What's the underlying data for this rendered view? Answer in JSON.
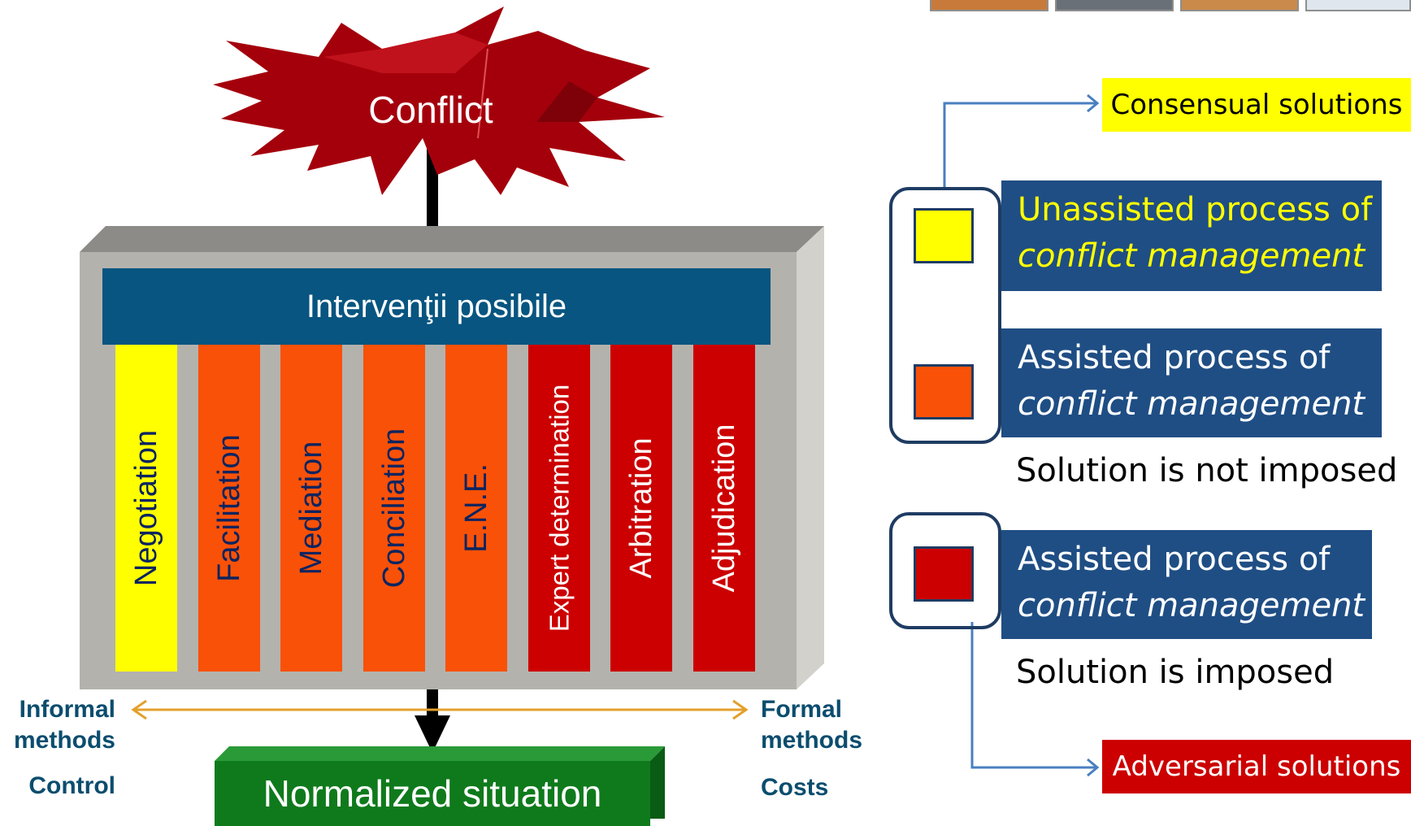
{
  "diagram": {
    "conflict": {
      "label": "Conflict",
      "color": "#a4000c"
    },
    "interventions": {
      "title": "Intervenţii posibile",
      "methods": [
        {
          "label": "Negotiation",
          "color": "#ffff00",
          "text_tone": "light"
        },
        {
          "label": "Facilitation",
          "color": "#f95108",
          "text_tone": "light"
        },
        {
          "label": "Mediation",
          "color": "#f95108",
          "text_tone": "light"
        },
        {
          "label": "Conciliation",
          "color": "#f95108",
          "text_tone": "light"
        },
        {
          "label": "E.N.E.",
          "color": "#f95108",
          "text_tone": "light"
        },
        {
          "label": "Expert determination",
          "color": "#cc0000",
          "text_tone": "dark"
        },
        {
          "label": "Arbitration",
          "color": "#cc0000",
          "text_tone": "dark"
        },
        {
          "label": "Adjudication",
          "color": "#cc0000",
          "text_tone": "dark"
        }
      ]
    },
    "scale": {
      "left_label_line1": "Informal",
      "left_label_line2": "methods",
      "right_label_line1": "Formal",
      "right_label_line2": "methods",
      "left_sub": "Control",
      "right_sub": "Costs",
      "arrow_color": "#e3a02c"
    },
    "outcome": {
      "label": "Normalized situation",
      "color": "#0f7a1c"
    }
  },
  "legend": {
    "consensual_tag": {
      "label": "Consensual solutions",
      "color": "#ffff00"
    },
    "adversarial_tag": {
      "label": "Adversarial solutions",
      "color": "#cc0000"
    },
    "unassisted": {
      "line1": "Unassisted process of",
      "line2": "conflict management",
      "swatch": "#ffff00"
    },
    "assisted_orange": {
      "line1": "Assisted process of",
      "line2": "conflict management",
      "swatch": "#f95108"
    },
    "not_imposed_note": "Solution is not imposed",
    "assisted_red": {
      "line1": "Assisted process of",
      "line2": "conflict management",
      "swatch": "#cc0000"
    },
    "imposed_note": "Solution is imposed",
    "connector_color": "#4a7fc0",
    "box_color": "#1f4e84"
  }
}
